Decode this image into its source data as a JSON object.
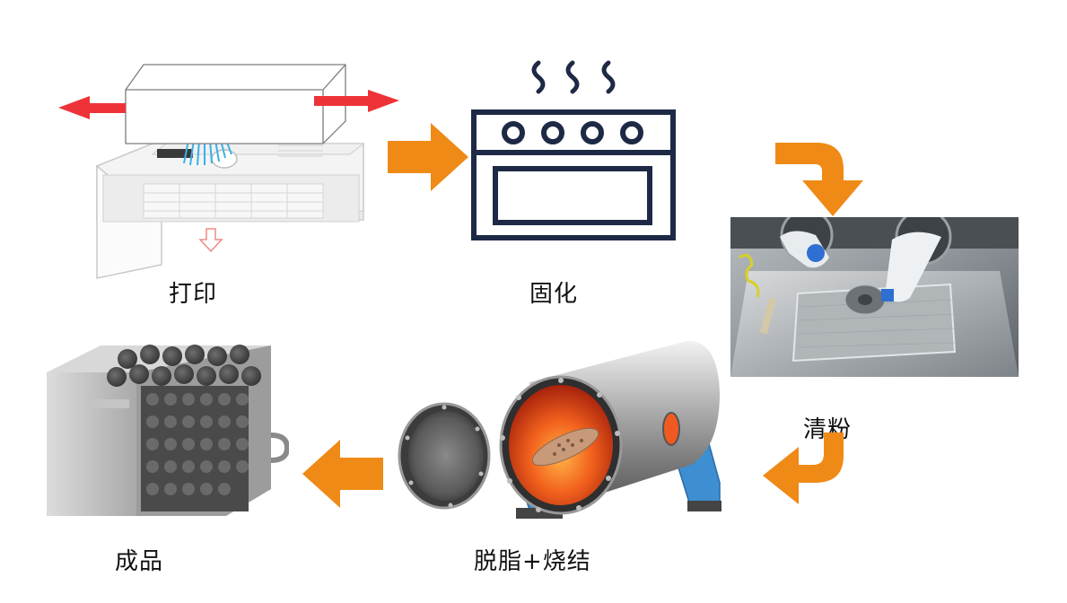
{
  "steps": {
    "print": {
      "label": "打印"
    },
    "cure": {
      "label": "固化"
    },
    "depowder": {
      "label": "清粉"
    },
    "debind_sinter": {
      "label": "脱脂+烧结"
    },
    "product": {
      "label": "成品"
    }
  },
  "colors": {
    "arrow": "#ef8a17",
    "oven_stroke": "#1e2a45",
    "red_arrow": "#ee3338",
    "support_blue": "#3d8fd1"
  }
}
